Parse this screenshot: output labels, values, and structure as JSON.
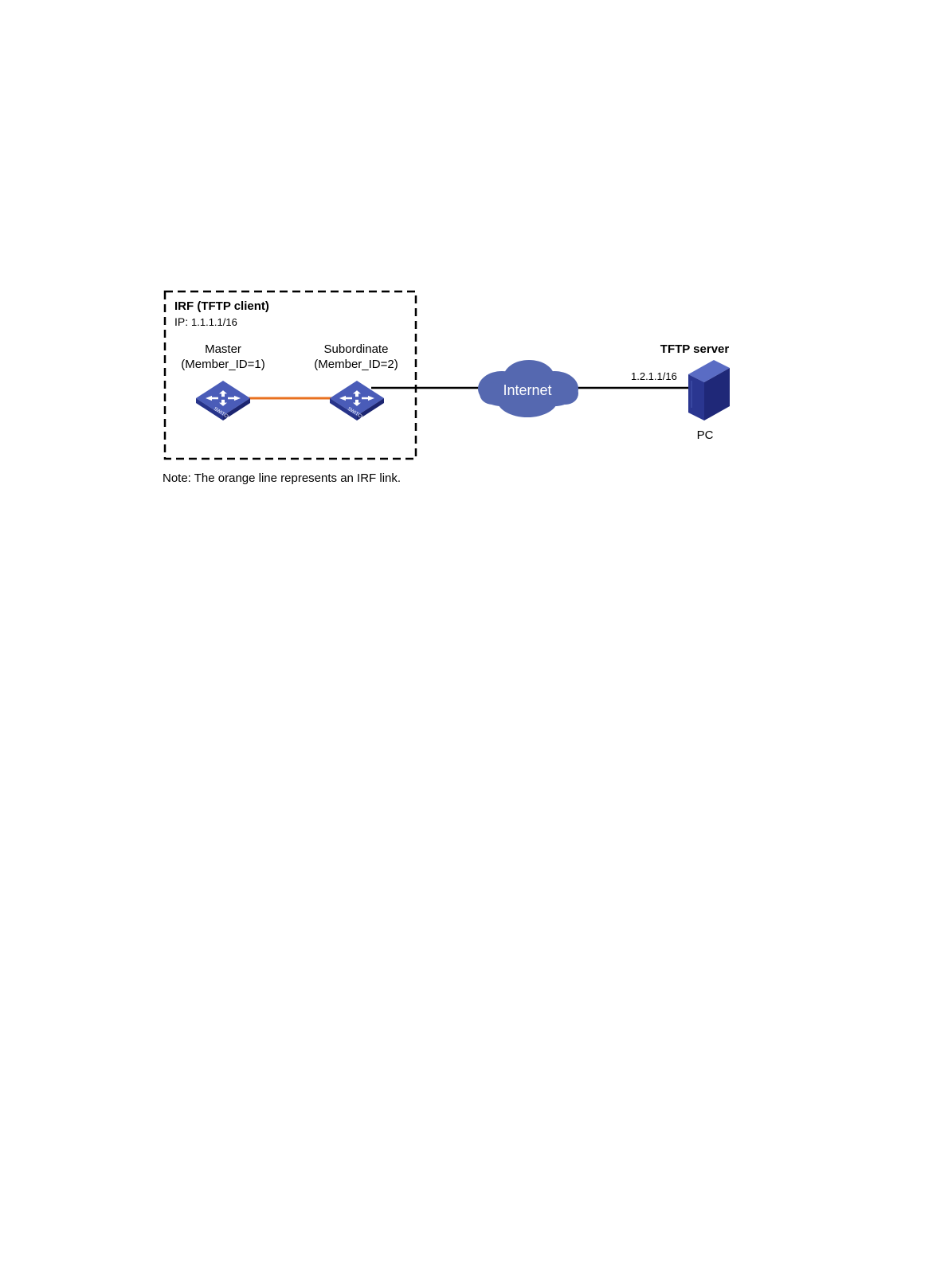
{
  "irf": {
    "title": "IRF (TFTP client)",
    "ip_label": "IP:",
    "ip": "1.1.1.1/16"
  },
  "master": {
    "role": "Master",
    "member": "(Member_ID=1)"
  },
  "subordinate": {
    "role": "Subordinate",
    "member": "(Member_ID=2)"
  },
  "switch_text": "SWITCH",
  "cloud": {
    "label": "Internet"
  },
  "server": {
    "title": "TFTP server",
    "ip": "1.2.1.1/16",
    "caption": "PC"
  },
  "note": "Note: The orange line represents an IRF link.",
  "colors": {
    "irf_link": "#e8701f",
    "device_blue": "#3a4aa3",
    "device_dark": "#1e2878",
    "cloud": "#5568b0",
    "line": "#000000"
  },
  "icons": {
    "switch": "network-switch-icon",
    "cloud": "internet-cloud-icon",
    "server": "server-tower-icon"
  }
}
